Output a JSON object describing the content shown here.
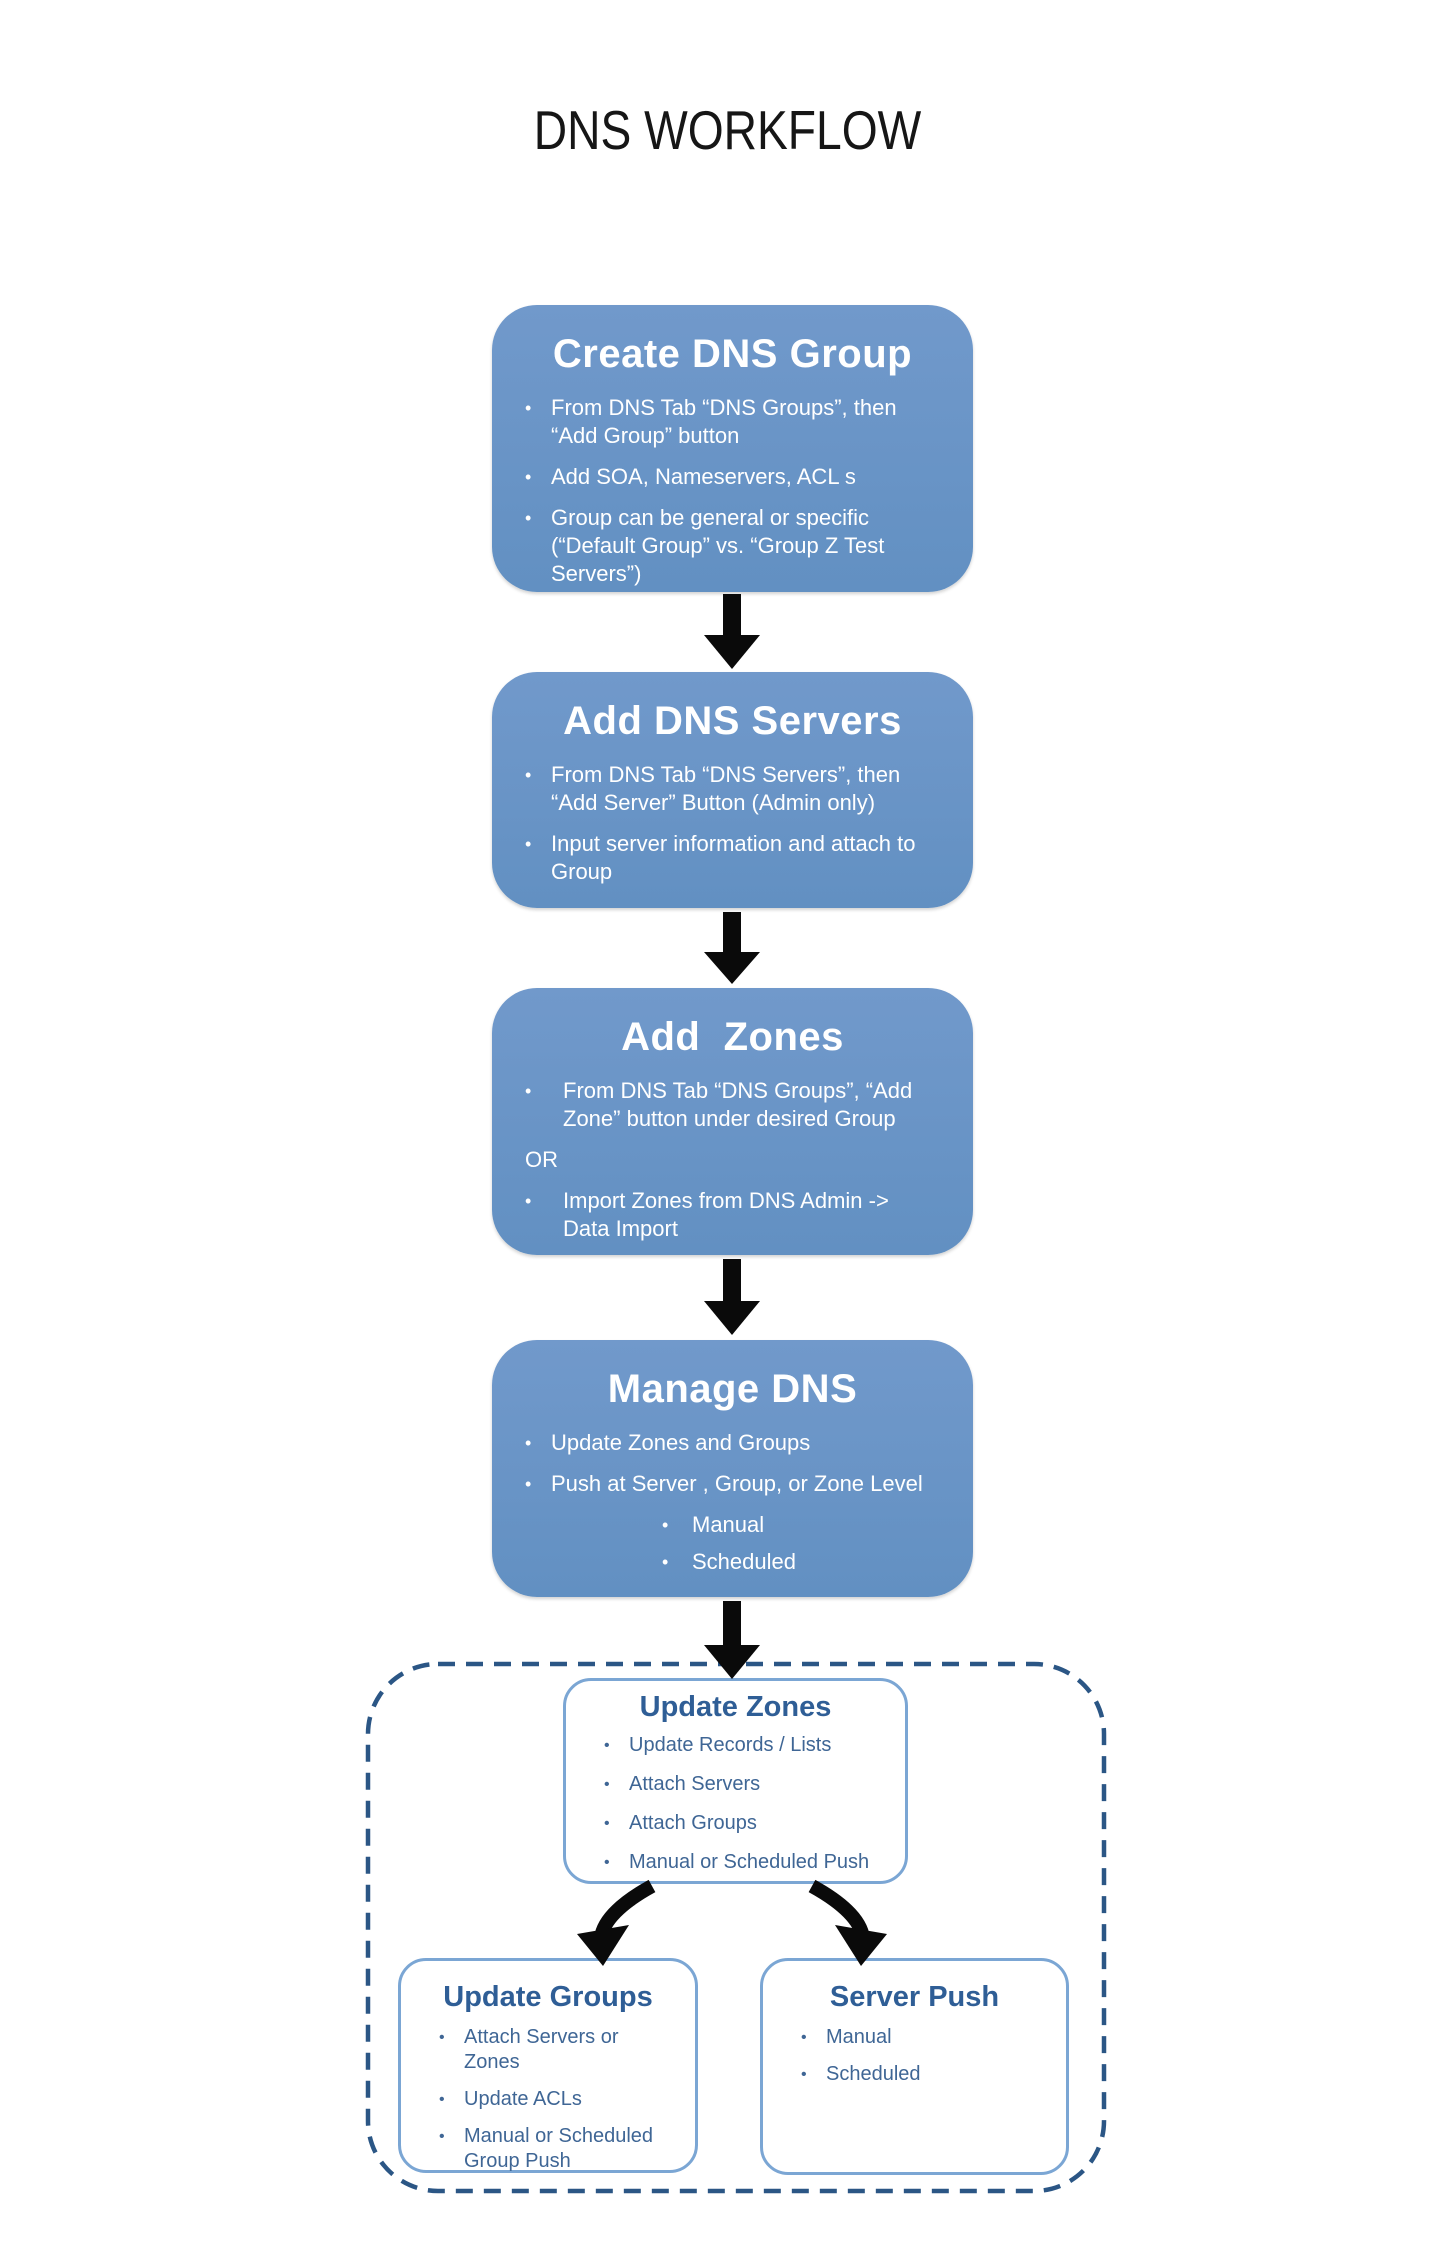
{
  "title": "DNS WORKFLOW",
  "colors": {
    "title_text": "#161616",
    "box_blue_top": "#7199cb",
    "box_blue_bottom": "#6290c2",
    "box_text": "#ffffff",
    "outline_border": "#7ba6d4",
    "outline_heading": "#2f5e96",
    "outline_text": "#3f6695",
    "dashed_border": "#2b5685",
    "arrow": "#0a0a0a"
  },
  "flow_boxes": [
    {
      "heading": "Create DNS Group",
      "items": [
        "From DNS Tab “DNS Groups”, then “Add Group” button",
        "Add SOA, Nameservers, ACL s",
        "Group can be general or specific (“Default Group” vs. “Group Z Test Servers”)"
      ]
    },
    {
      "heading": "Add DNS Servers",
      "items": [
        "From DNS Tab “DNS Servers”, then “Add Server” Button (Admin only)",
        "Input server information and attach to Group"
      ]
    },
    {
      "heading": "Add  Zones",
      "items": [
        "From DNS Tab “DNS Groups”, “Add Zone” button under desired Group",
        "Import Zones from DNS Admin -> Data Import"
      ],
      "or_label": "OR"
    },
    {
      "heading": "Manage DNS",
      "items": [
        "Update Zones and Groups",
        "Push at Server , Group, or Zone Level"
      ],
      "sub_items": [
        "Manual",
        "Scheduled"
      ]
    }
  ],
  "detail_boxes": [
    {
      "heading": "Update Zones",
      "items": [
        "Update Records / Lists",
        "Attach Servers",
        "Attach Groups",
        "Manual or Scheduled Push"
      ]
    },
    {
      "heading": "Update Groups",
      "items": [
        "Attach Servers or Zones",
        "Update ACLs",
        "Manual or Scheduled Group Push"
      ]
    },
    {
      "heading": "Server Push",
      "items": [
        "Manual",
        "Scheduled"
      ]
    }
  ]
}
